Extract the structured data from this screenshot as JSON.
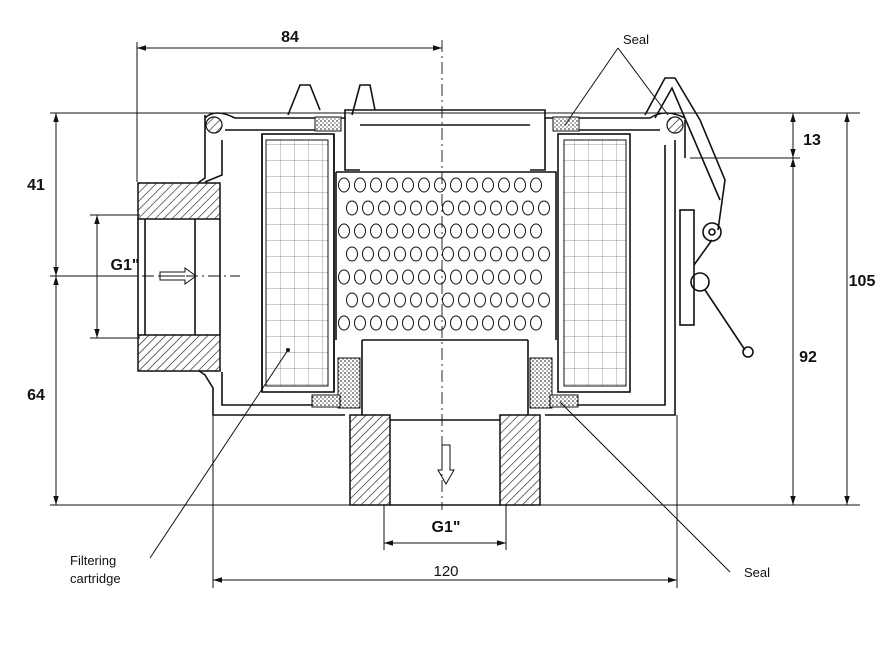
{
  "dimensions": {
    "top_width": "84",
    "upper_height": "41",
    "lower_height": "64",
    "lid_height": "13",
    "body_height": "92",
    "total_height": "105",
    "bottom_width": "120",
    "inlet_thread": "G1\"",
    "outlet_thread": "G1\""
  },
  "callouts": {
    "seal_top": "Seal",
    "seal_bottom": "Seal",
    "cartridge_line1": "Filtering",
    "cartridge_line2": "cartridge"
  },
  "colors": {
    "line": "#111111",
    "background": "#ffffff"
  }
}
